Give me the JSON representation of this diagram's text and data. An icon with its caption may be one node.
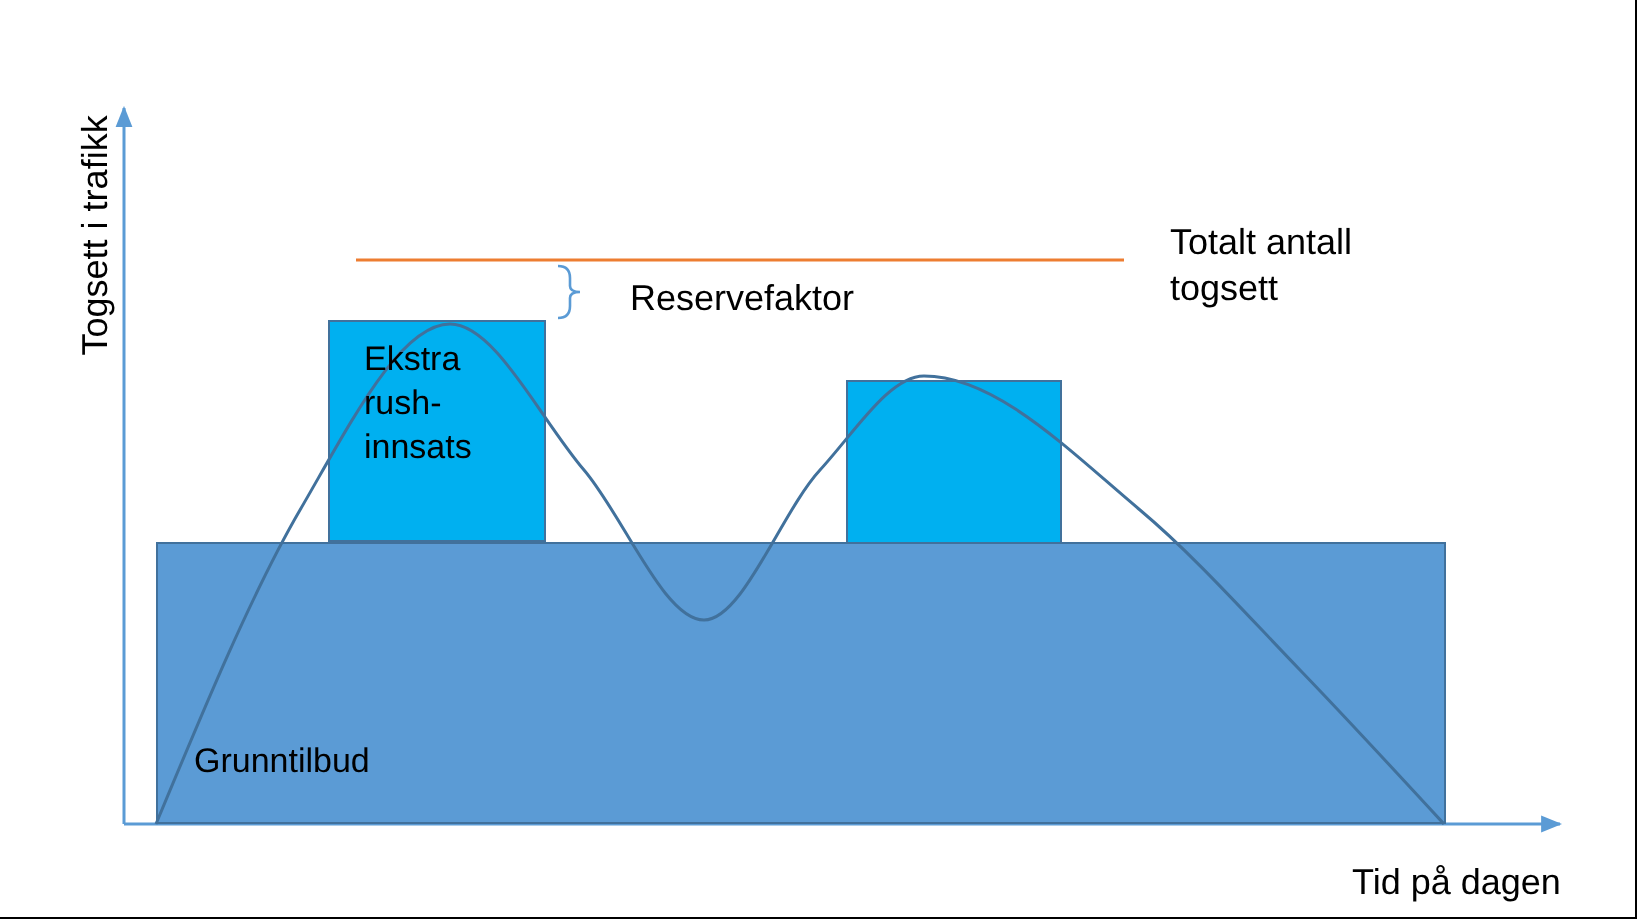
{
  "diagram": {
    "nodes": [
      {
        "text": [
          "Grunntilbud"
        ]
      },
      {
        "text": [
          "Ekstra rush-innsats"
        ]
      },
      {
        "text": [],
        "shape": "box"
      }
    ],
    "labels": [
      "Togsett i trafikk",
      "Totalt antall togsett",
      "Reservefaktor",
      "Tid på dagen"
    ]
  }
}
